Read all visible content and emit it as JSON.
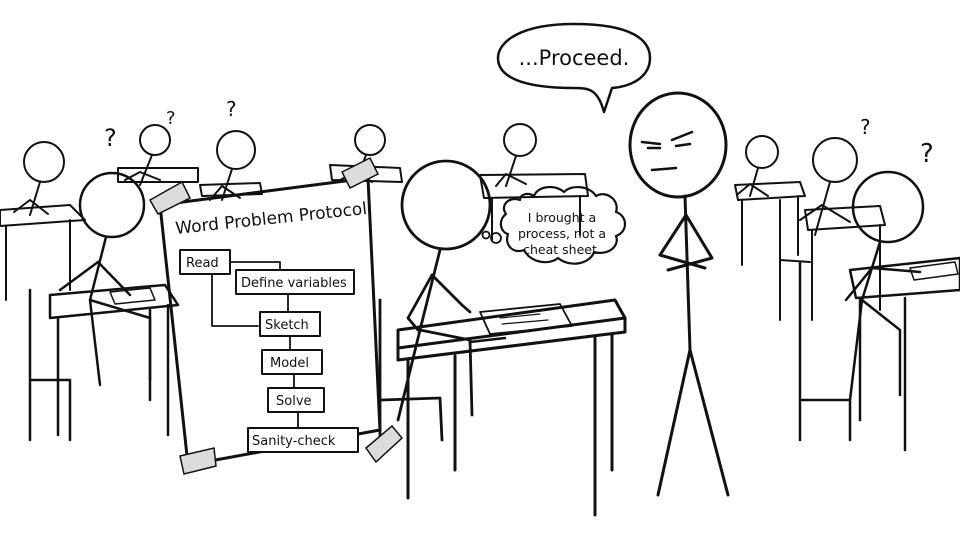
{
  "speech": {
    "teacher": "...Proceed.",
    "student_thought_line1": "I brought a",
    "student_thought_line2": "process, not a",
    "student_thought_line3": "cheat sheet."
  },
  "poster": {
    "title": "Word Problem Protocol",
    "steps": [
      "Read",
      "Define variables",
      "Sketch",
      "Model",
      "Solve",
      "Sanity-check"
    ]
  },
  "confused_marks": [
    "?",
    "?",
    "?",
    "?",
    "?"
  ],
  "colors": {
    "ink": "#111111",
    "paper": "#ffffff",
    "tape": "#dcdcdc"
  }
}
